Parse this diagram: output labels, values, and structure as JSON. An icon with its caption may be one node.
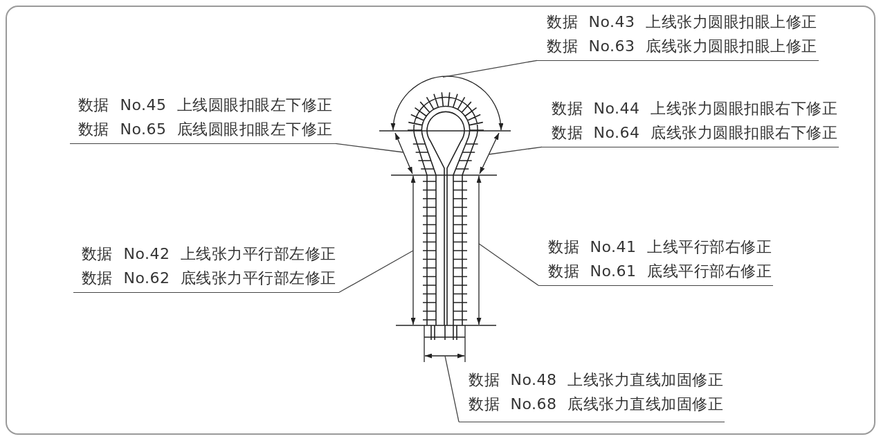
{
  "diagram": {
    "nodes": [
      {
        "text": [
          "数据 No.43 上线张力圆眼扣眼上修正",
          "数据 No.63 底线张力圆眼扣眼上修正"
        ]
      },
      {
        "text": [
          "数据 No.45 上线圆眼扣眼左下修正",
          "数据 No.65 底线圆眼扣眼左下修正"
        ]
      },
      {
        "text": [
          "数据 No.44 上线张力圆眼扣眼右下修正",
          "数据 No.64 底线张力圆眼扣眼右下修正"
        ]
      },
      {
        "text": [
          "数据 No.42 上线张力平行部左修正",
          "数据 No.62 底线张力平行部左修正"
        ]
      },
      {
        "text": [
          "数据 No.41 上线平行部右修正",
          "数据 No.61 底线平行部右修正"
        ]
      },
      {
        "text": [
          "数据 No.48 上线张力直线加固修正",
          "数据 No.68 底线张力直线加固修正"
        ]
      },
      {
        "text": [],
        "shape": "arc"
      },
      {
        "text": [],
        "shape": "line"
      },
      {
        "text": [],
        "shape": "line"
      },
      {
        "text": [],
        "shape": "line"
      },
      {
        "text": [],
        "shape": "line"
      },
      {
        "text": [],
        "shape": "line"
      }
    ],
    "edges": [
      {
        "from": 0,
        "to": 6,
        "arrow": "none"
      },
      {
        "from": 1,
        "to": 7,
        "arrow": "none"
      },
      {
        "from": 2,
        "to": 8,
        "arrow": "none"
      },
      {
        "from": 3,
        "to": 9,
        "arrow": "none"
      },
      {
        "from": 4,
        "to": 10,
        "arrow": "none"
      },
      {
        "from": 5,
        "to": 11,
        "arrow": "none"
      }
    ]
  }
}
